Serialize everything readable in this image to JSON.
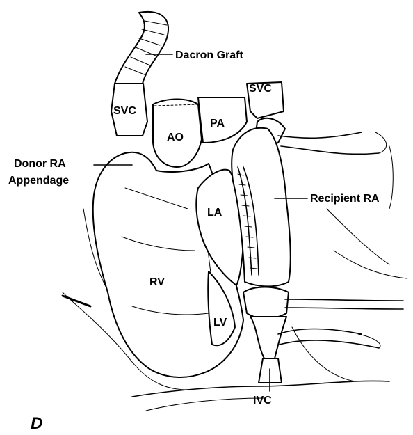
{
  "labels": {
    "dacron_graft": "Dacron Graft",
    "svc_left": "SVC",
    "svc_right": "SVC",
    "ao": "AO",
    "pa": "PA",
    "donor_ra_line1": "Donor RA",
    "donor_ra_line2": "Appendage",
    "recipient_ra": "Recipient RA",
    "la": "LA",
    "rv": "RV",
    "lv": "LV",
    "ivc": "IVC",
    "panel": "D"
  }
}
